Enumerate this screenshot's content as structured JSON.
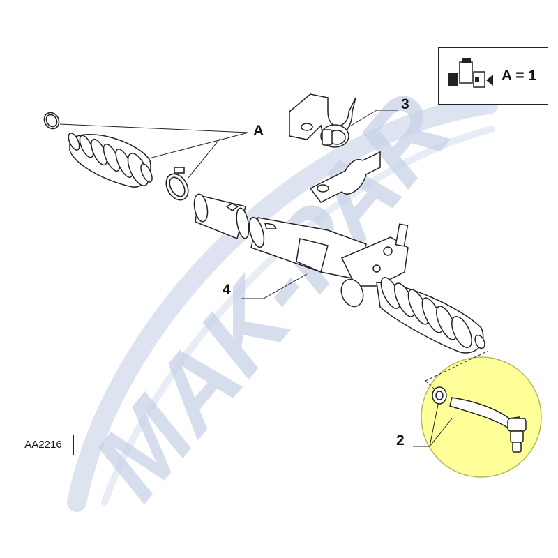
{
  "drawing": {
    "code": "AA2216",
    "legend": {
      "text": "A = 1"
    },
    "callouts": {
      "a": "A",
      "p2": "2",
      "p3": "3",
      "p4": "4"
    },
    "watermark": {
      "text": "MAK-PAR",
      "color": "#c9d2e8"
    },
    "highlight_color": "#ffff99"
  }
}
